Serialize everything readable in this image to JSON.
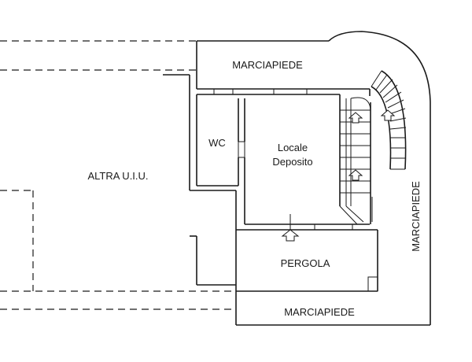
{
  "labels": {
    "marciapiede_top": "MARCIAPIEDE",
    "marciapiede_right": "MARCIAPIEDE",
    "marciapiede_bottom": "MARCIAPIEDE",
    "altra_uiu": "ALTRA U.I.U.",
    "wc": "WC",
    "locale_line1": "Locale",
    "locale_line2": "Deposito",
    "pergola": "PERGOLA"
  }
}
